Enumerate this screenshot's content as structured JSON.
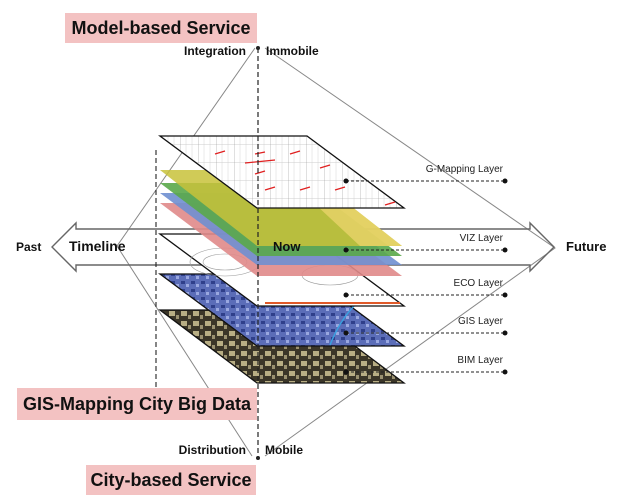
{
  "titles": {
    "top": "Model-based Service",
    "middle": "GIS-Mapping City Big Data",
    "bottom": "City-based Service"
  },
  "axis": {
    "top_left": "Integration",
    "top_right": "Immobile",
    "bottom_left": "Distribution",
    "bottom_right": "Mobile"
  },
  "timeline": {
    "past": "Past",
    "label": "Timeline",
    "now": "Now",
    "future": "Future"
  },
  "layers": [
    {
      "name": "G-Mapping Layer"
    },
    {
      "name": "VIZ Layer"
    },
    {
      "name": "ECO Layer"
    },
    {
      "name": "GIS Layer"
    },
    {
      "name": "BIM Layer"
    }
  ],
  "colors": {
    "highlight": "#f3c2c2",
    "viz_yellow": "#e8d36a",
    "viz_green": "#5aa84a",
    "viz_blue": "#6f8fd0",
    "viz_pink": "#e08a8a",
    "gis": "#5b6db8",
    "bim": "#8f8660"
  }
}
